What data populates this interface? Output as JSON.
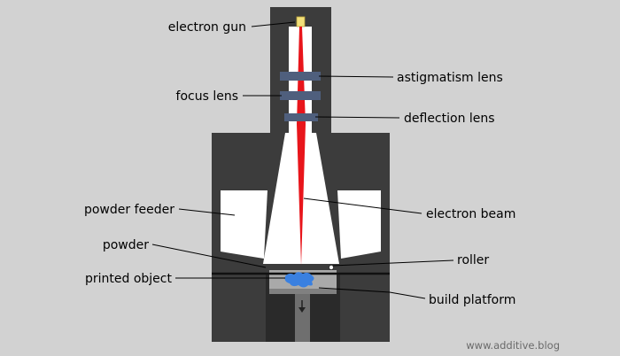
{
  "labels": {
    "electron_gun": "electron gun",
    "focus_lens": "focus lens",
    "astigmatism_lens": "astigmatism lens",
    "deflection_lens": "deflection lens",
    "powder_feeder": "powder feeder",
    "electron_beam": "electron beam",
    "powder": "powder",
    "roller": "roller",
    "printed_object": "printed object",
    "build_platform": "build platform"
  },
  "credit": "www.additive.blog",
  "colors": {
    "background": "#d2d2d2",
    "chamber": "#3c3c3c",
    "interior": "#ffffff",
    "beam": "#e8151b",
    "lens": "#4f5f7d",
    "gun": "#f3e07a",
    "printed_object": "#3a80e0",
    "powder_bed": "#a9a9a9"
  },
  "icons": {
    "platform_direction": "arrow-down-icon"
  }
}
